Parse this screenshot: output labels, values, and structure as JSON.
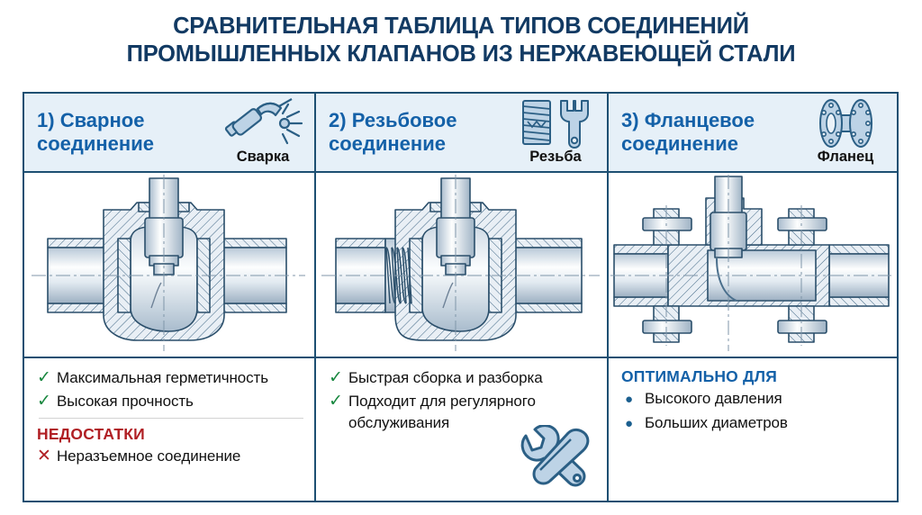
{
  "title": {
    "line1": "СРАВНИТЕЛЬНАЯ ТАБЛИЦА ТИПОВ СОЕДИНЕНИЙ",
    "line2": "ПРОМЫШЛЕННЫХ КЛАПАНОВ ИЗ НЕРЖАВЕЮЩЕЙ СТАЛИ",
    "color": "#123a63"
  },
  "colors": {
    "border": "#1d4f72",
    "header_bg": "#e6f0f8",
    "header_text": "#1461a8",
    "check_green": "#18873f",
    "cross_red": "#b01f24",
    "bullet_blue": "#1b5f8f",
    "metal_light": "#f2f6fa",
    "metal_mid": "#c9d6e2",
    "metal_dark": "#8fa6ba",
    "icon_fill": "#bdd3e6",
    "icon_stroke": "#2b5f85"
  },
  "columns": [
    {
      "header": {
        "number": "1)",
        "name_line1": "Сварное",
        "name_line2": "соединение",
        "icon_name": "welding-torch-icon",
        "icon_label": "Сварка"
      },
      "diagram_name": "welded-ball-valve-cross-section",
      "bullets": [
        {
          "mark": "check",
          "text": "Максимальная герметичность"
        },
        {
          "mark": "check",
          "text": "Высокая прочность"
        }
      ],
      "separator": true,
      "sub_section": {
        "heading": "НЕДОСТАТКИ",
        "heading_kind": "bad",
        "items": [
          {
            "mark": "cross",
            "text": "Неразъемное соединение"
          }
        ]
      }
    },
    {
      "header": {
        "number": "2)",
        "name_line1": "Резьбовое",
        "name_line2": "соединение",
        "icon_name": "threaded-bolt-wrench-icon",
        "icon_label": "Резьба"
      },
      "diagram_name": "threaded-ball-valve-cross-section",
      "bullets": [
        {
          "mark": "check",
          "text": "Быстрая сборка и разборка"
        },
        {
          "mark": "check",
          "text": "Подходит для регулярного обслуживания"
        }
      ],
      "separator": false,
      "corner_icon": "crossed-tools-icon"
    },
    {
      "header": {
        "number": "3)",
        "name_line1": "Фланцевое",
        "name_line2": "соединение",
        "icon_name": "flange-pair-icon",
        "icon_label": "Фланец"
      },
      "diagram_name": "flanged-ball-valve-cross-section",
      "sub_section": {
        "heading": "ОПТИМАЛЬНО ДЛЯ",
        "heading_kind": "good",
        "items": [
          {
            "mark": "dot",
            "text": "Высокого давления"
          },
          {
            "mark": "dot",
            "text": "Больших диаметров"
          }
        ]
      }
    }
  ]
}
